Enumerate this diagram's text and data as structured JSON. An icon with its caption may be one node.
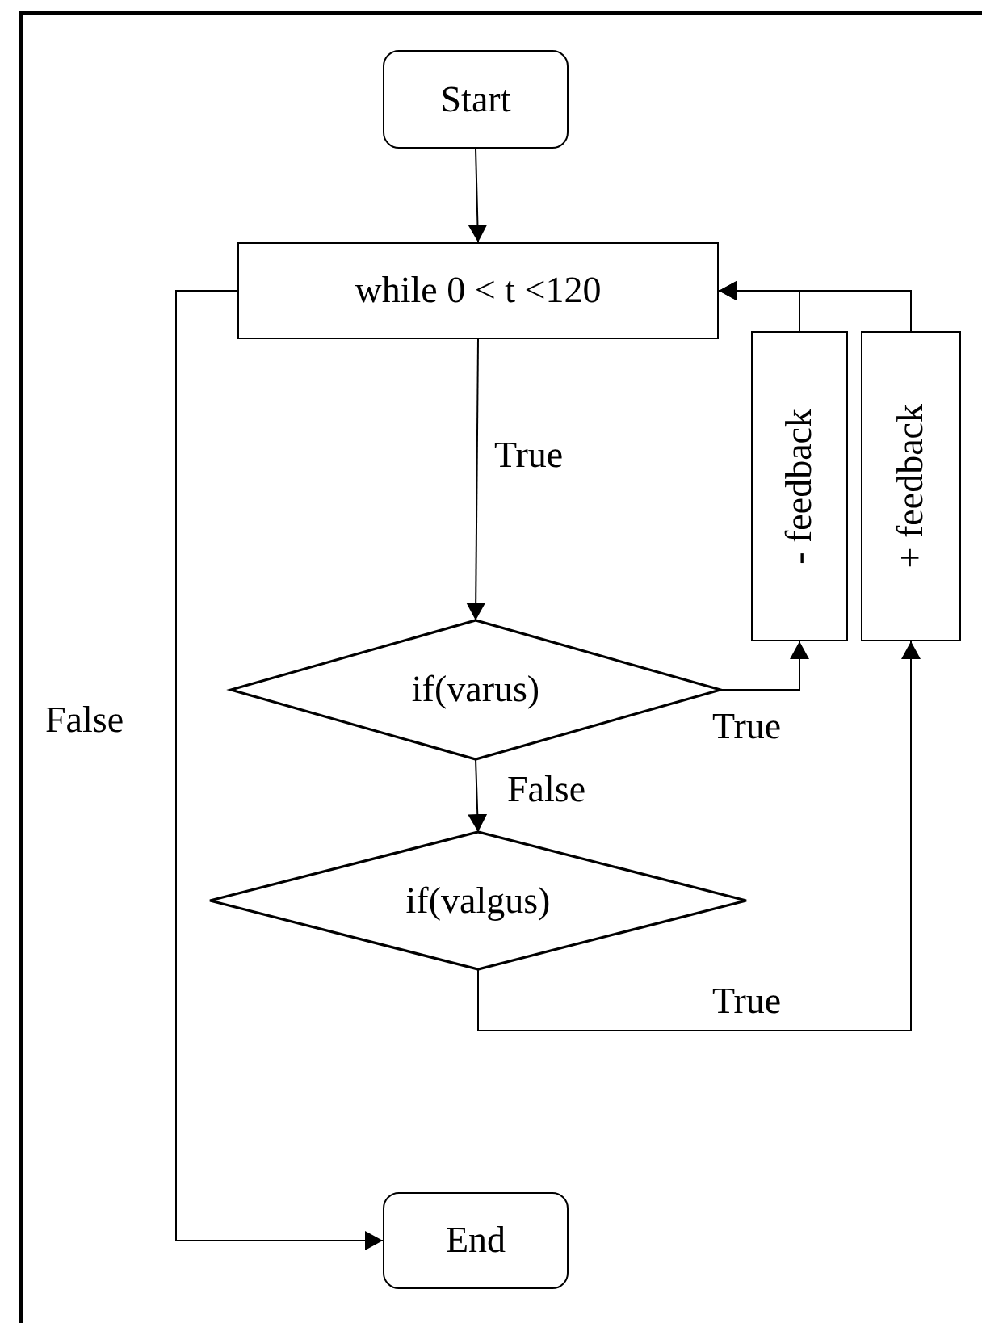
{
  "diagram": {
    "nodes": [
      {
        "text": [
          "Start"
        ]
      },
      {
        "text": [
          "while 0 < t <120"
        ]
      },
      {
        "text": [
          "- feedback"
        ]
      },
      {
        "text": [
          "+ feedback"
        ]
      },
      {
        "text": [
          "if(varus)"
        ]
      },
      {
        "text": [
          "if(valgus)"
        ]
      },
      {
        "text": [
          "End"
        ]
      }
    ],
    "edges": [
      {
        "from": 0,
        "to": 1,
        "arrow": "to"
      },
      {
        "from": 1,
        "to": 4,
        "arrow": "to",
        "label": "True"
      },
      {
        "from": 1,
        "to": 6,
        "arrow": "to",
        "label": "False"
      },
      {
        "from": 4,
        "to": 2,
        "arrow": "to",
        "label": "True"
      },
      {
        "from": 4,
        "to": 5,
        "arrow": "to",
        "label": "False"
      },
      {
        "from": 5,
        "to": 3,
        "arrow": "to",
        "label": "True"
      },
      {
        "from": 2,
        "to": 1,
        "arrow": "to"
      },
      {
        "from": 3,
        "to": 1,
        "arrow": "to"
      }
    ]
  }
}
